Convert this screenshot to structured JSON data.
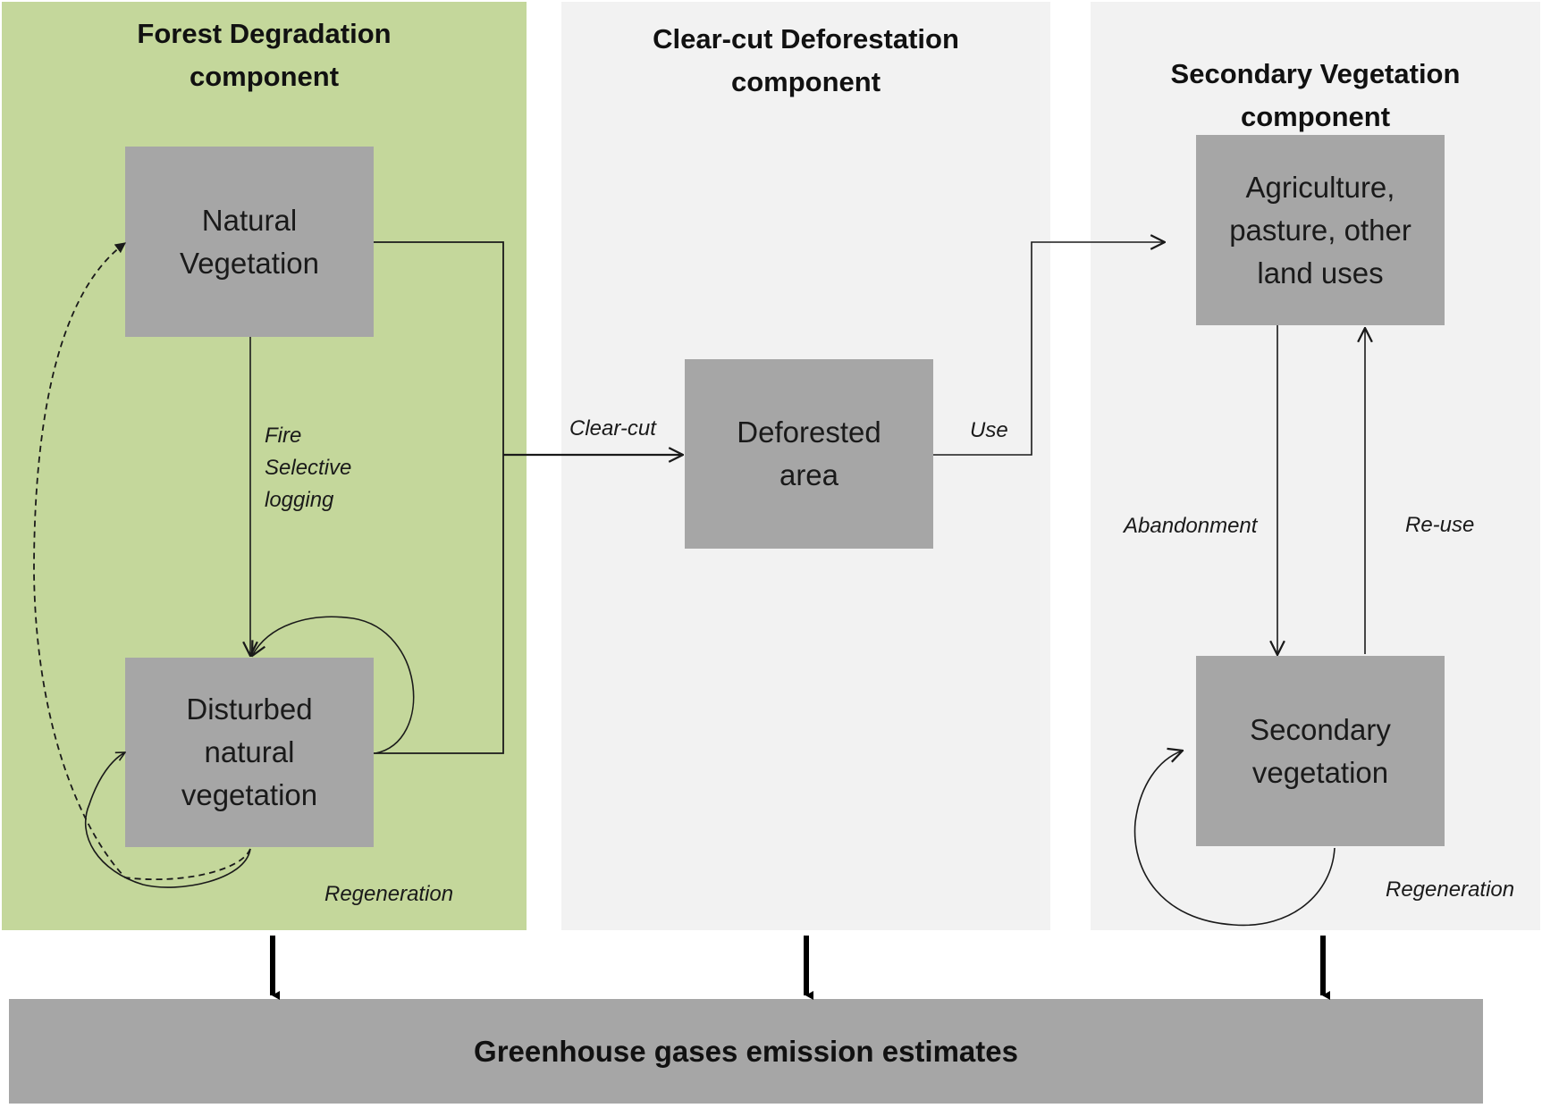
{
  "colors": {
    "forest_panel": "#c4d79b",
    "neutral_panel": "#f2f2f2",
    "box_fill": "#a6a6a6",
    "line": "#1a1a1a"
  },
  "panels": {
    "forest_degradation": {
      "title_line1": "Forest Degradation",
      "title_line2": "component"
    },
    "clearcut_deforestation": {
      "title_line1": "Clear-cut Deforestation",
      "title_line2": "component"
    },
    "secondary_vegetation": {
      "title_line1": "Secondary Vegetation",
      "title_line2": "component"
    }
  },
  "nodes": {
    "natural_vegetation": {
      "lines": [
        "Natural",
        "Vegetation"
      ]
    },
    "disturbed_natural_vegetation": {
      "lines": [
        "Disturbed",
        "natural",
        "vegetation"
      ]
    },
    "deforested_area": {
      "lines": [
        "Deforested",
        "area"
      ]
    },
    "agriculture": {
      "lines": [
        "Agriculture,",
        "pasture, other",
        "land uses"
      ]
    },
    "secondary_vegetation": {
      "lines": [
        "Secondary",
        "vegetation"
      ]
    },
    "ghg_estimates": {
      "label": "Greenhouse gases emission estimates"
    }
  },
  "edge_labels": {
    "degradation_drivers": [
      "Fire",
      "Selective",
      "logging"
    ],
    "clear_cut": "Clear-cut",
    "use": "Use",
    "abandonment": "Abandonment",
    "reuse": "Re-use",
    "regeneration_forest": "Regeneration",
    "regeneration_secondary": "Regeneration"
  },
  "edges": [
    {
      "from": "natural_vegetation",
      "to": "disturbed_natural_vegetation",
      "label": "Fire / Selective logging",
      "style": "solid"
    },
    {
      "from": "disturbed_natural_vegetation",
      "to": "disturbed_natural_vegetation",
      "label": "",
      "style": "solid-loop"
    },
    {
      "from": "disturbed_natural_vegetation",
      "to": "natural_vegetation",
      "label": "Regeneration",
      "style": "dashed"
    },
    {
      "from": "natural_vegetation",
      "to": "deforested_area",
      "label": "Clear-cut",
      "style": "solid"
    },
    {
      "from": "disturbed_natural_vegetation",
      "to": "deforested_area",
      "label": "Clear-cut",
      "style": "solid"
    },
    {
      "from": "deforested_area",
      "to": "agriculture",
      "label": "Use",
      "style": "solid"
    },
    {
      "from": "agriculture",
      "to": "secondary_vegetation",
      "label": "Abandonment",
      "style": "solid"
    },
    {
      "from": "secondary_vegetation",
      "to": "agriculture",
      "label": "Re-use",
      "style": "solid"
    },
    {
      "from": "secondary_vegetation",
      "to": "secondary_vegetation",
      "label": "Regeneration",
      "style": "solid-loop"
    },
    {
      "from": "forest_degradation",
      "to": "ghg_estimates",
      "label": "",
      "style": "thick"
    },
    {
      "from": "clearcut_deforestation",
      "to": "ghg_estimates",
      "label": "",
      "style": "thick"
    },
    {
      "from": "secondary_vegetation_component",
      "to": "ghg_estimates",
      "label": "",
      "style": "thick"
    }
  ]
}
